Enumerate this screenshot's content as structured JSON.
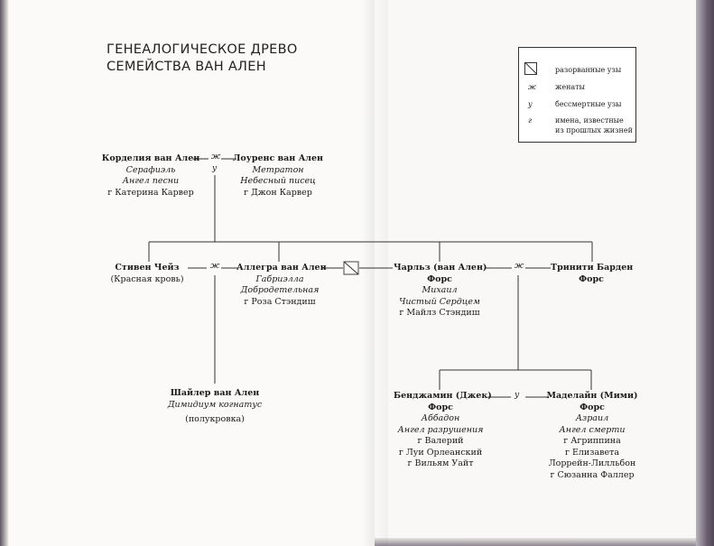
{
  "title": {
    "line1": "ГЕНЕАЛОГИЧЕСКОЕ ДРЕВО",
    "line2": "СЕМЕЙСТВА ВАН АЛЕН"
  },
  "legend": {
    "items": [
      {
        "symbol": "",
        "text": "разорванные узы"
      },
      {
        "symbol": "ж",
        "text": "женаты"
      },
      {
        "symbol": "у",
        "text": "бессмертные узы"
      },
      {
        "symbol": "г",
        "text": "имена, известные",
        "text2": "из прошлых жизней"
      }
    ]
  },
  "symbols": {
    "married": "ж",
    "immortal": "у"
  },
  "people": {
    "cordelia": {
      "name": "Корделия ван Ален",
      "angel": "Серафиэль",
      "title": "Ангел песни",
      "past": [
        "г  Катерина Карвер"
      ]
    },
    "lawrence": {
      "name": "Лоуренс ван Ален",
      "angel": "Метратон",
      "title": "Небесный писец",
      "past": [
        "г  Джон Карвер"
      ]
    },
    "steven": {
      "name": "Стивен Чейз",
      "note": "(Красная кровь)"
    },
    "allegra": {
      "name": "Аллегра ван Ален",
      "angel": "Габриэлла",
      "title": "Добродетельная",
      "past": [
        "г  Роза Стэндиш"
      ]
    },
    "charles": {
      "name": "Чарльз (ван Ален)",
      "name2": "Форс",
      "angel": "Михаил",
      "title": "Чистый Сердцем",
      "past": [
        "г  Майлз Стэндиш"
      ]
    },
    "trinity": {
      "name": "Тринити Барден",
      "name2": "Форс"
    },
    "schuyler": {
      "name": "Шайлер ван Ален",
      "angel": "Димидиум когнатус",
      "note": "(полукровка)"
    },
    "benjamin": {
      "name": "Бенджамин (Джек)",
      "name2": "Форс",
      "angel": "Аббадон",
      "title": "Ангел разрушения",
      "past": [
        "г  Валерий",
        "г  Луи Орлеанский",
        "г  Вильям Уайт"
      ]
    },
    "madeleine": {
      "name": "Маделайн (Мими)",
      "name2": "Форс",
      "angel": "Азраил",
      "title": "Ангел смерти",
      "past": [
        "г  Агриппина",
        "г  Елизавета",
        "Лоррейн-Лилльбон",
        "г  Сюзанна Фаллер"
      ]
    }
  }
}
